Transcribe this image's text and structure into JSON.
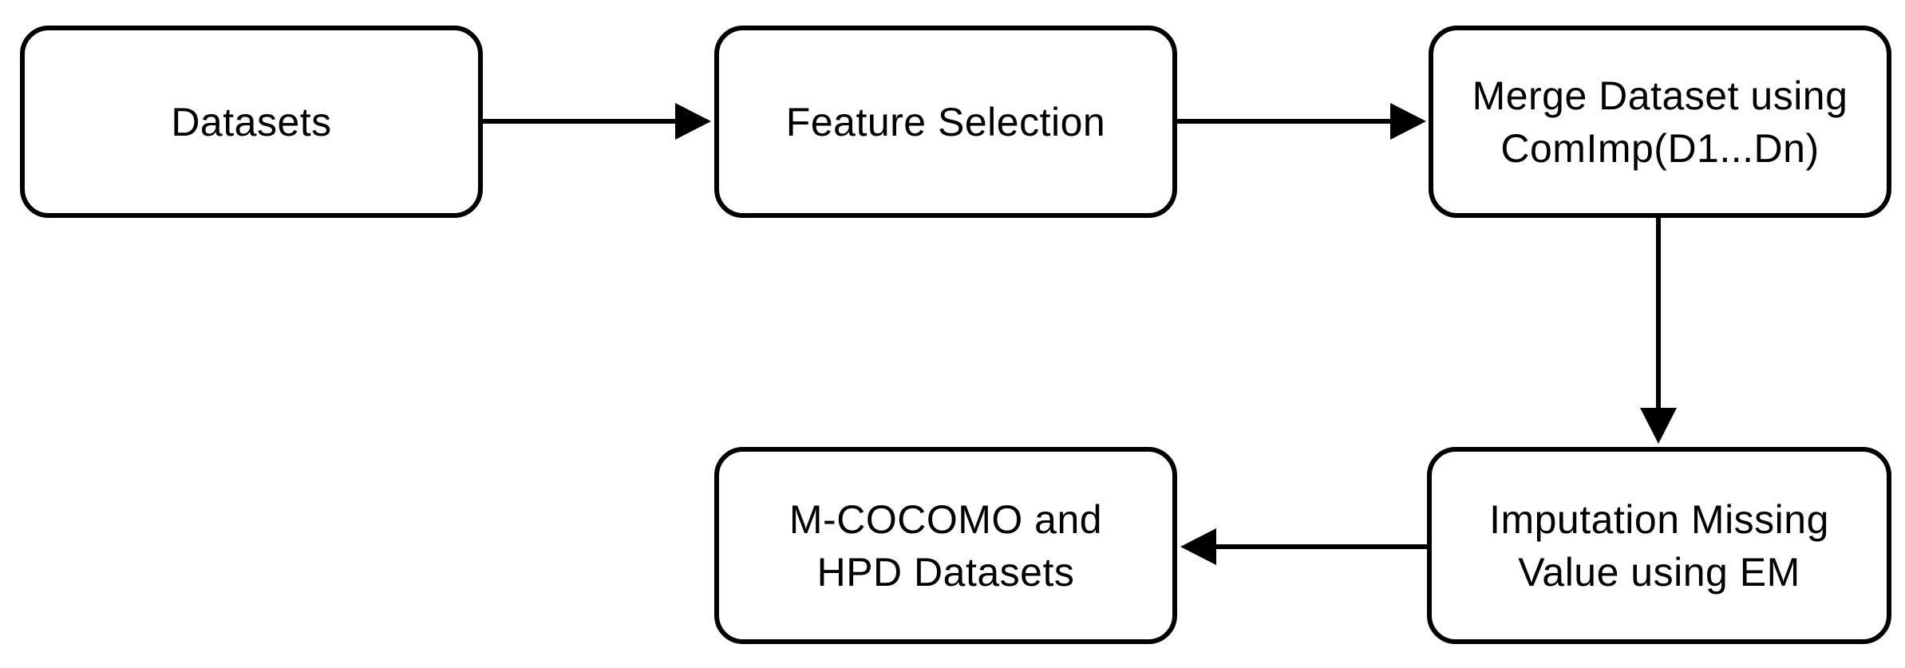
{
  "diagram": {
    "background_color": "#ffffff",
    "stroke_color": "#000000",
    "text_color": "#000000",
    "nodes": [
      {
        "id": "datasets",
        "label": "Datasets"
      },
      {
        "id": "feature-selection",
        "label": "Feature Selection"
      },
      {
        "id": "merge-dataset",
        "label": "Merge Dataset using\nComImp(D1...Dn)"
      },
      {
        "id": "imputation",
        "label": "Imputation Missing\nValue using EM"
      },
      {
        "id": "m-cocomo",
        "label": "M-COCOMO and\nHPD Datasets"
      }
    ],
    "edges": [
      {
        "from": "datasets",
        "to": "feature-selection",
        "direction": "right"
      },
      {
        "from": "feature-selection",
        "to": "merge-dataset",
        "direction": "right"
      },
      {
        "from": "merge-dataset",
        "to": "imputation",
        "direction": "down"
      },
      {
        "from": "imputation",
        "to": "m-cocomo",
        "direction": "left"
      }
    ]
  }
}
